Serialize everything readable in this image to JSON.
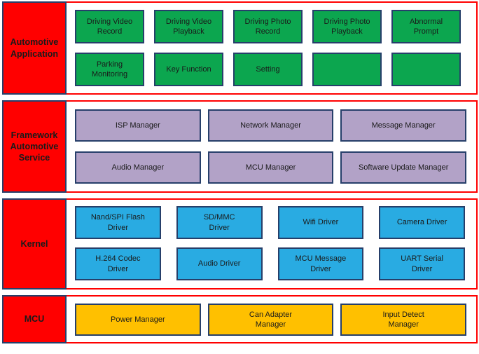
{
  "title": "Automotive software architecture stack diagram",
  "colors": {
    "layer_border": "#FF0000",
    "label_background": "#FF0000",
    "box_border": "#263F6A",
    "green_box": "#0CA64F",
    "purple_box": "#B2A2C7",
    "blue_box": "#29ABE2",
    "gold_box": "#FFC000",
    "text": "#1A1A1A"
  },
  "layers": [
    {
      "name": "automotive-application",
      "label": "Automotive\nApplication",
      "box_color": "green",
      "rows": [
        [
          "Driving Video\nRecord",
          "Driving Video\nPlayback",
          "Driving Photo\nRecord",
          "Driving Photo\nPlayback",
          "Abnormal\nPrompt"
        ],
        [
          "Parking\nMonitoring",
          "Key Function",
          "Setting",
          "",
          ""
        ]
      ]
    },
    {
      "name": "framework-automotive-service",
      "label": "Framework\nAutomotive\nService",
      "box_color": "purple",
      "rows": [
        [
          "ISP Manager",
          "Network Manager",
          "Message Manager"
        ],
        [
          "Audio Manager",
          "MCU Manager",
          "Software Update Manager"
        ]
      ]
    },
    {
      "name": "kernel",
      "label": "Kernel",
      "box_color": "blue",
      "rows": [
        [
          "Nand/SPI Flash\nDriver",
          "SD/MMC\nDriver",
          "Wifi Driver",
          "Camera Driver"
        ],
        [
          "H.264 Codec\nDriver",
          "Audio Driver",
          "MCU Message\nDriver",
          "UART Serial\nDriver"
        ]
      ]
    },
    {
      "name": "mcu",
      "label": "MCU",
      "box_color": "gold",
      "rows": [
        [
          "Power Manager",
          "Can Adapter\nManager",
          "Input Detect\nManager"
        ]
      ]
    }
  ]
}
